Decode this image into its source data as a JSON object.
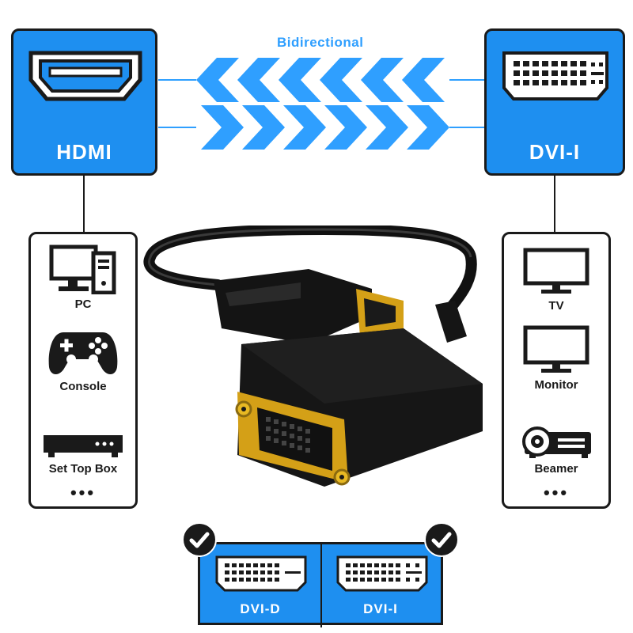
{
  "header": {
    "bidirectional_label": "Bidirectional"
  },
  "left_panel": {
    "label": "HDMI",
    "icon": "hdmi-port-icon"
  },
  "right_panel": {
    "label": "DVI-I",
    "icon": "dvi-port-icon"
  },
  "source_devices": [
    {
      "label": "PC",
      "icon": "pc-icon"
    },
    {
      "label": "Console",
      "icon": "gamepad-icon"
    },
    {
      "label": "Set Top Box",
      "icon": "set-top-box-icon"
    }
  ],
  "display_devices": [
    {
      "label": "TV",
      "icon": "tv-icon"
    },
    {
      "label": "Monitor",
      "icon": "monitor-icon"
    },
    {
      "label": "Beamer",
      "icon": "projector-icon"
    }
  ],
  "more_indicator": "•••",
  "compatibility": [
    {
      "label": "DVI-D",
      "icon": "dvi-d-port-icon"
    },
    {
      "label": "DVI-I",
      "icon": "dvi-i-port-icon"
    }
  ],
  "colors": {
    "accent_blue": "#1e8ff0",
    "arrow_blue": "#2f9fff",
    "outline": "#1a1a1a",
    "gold": "#d4a017"
  }
}
